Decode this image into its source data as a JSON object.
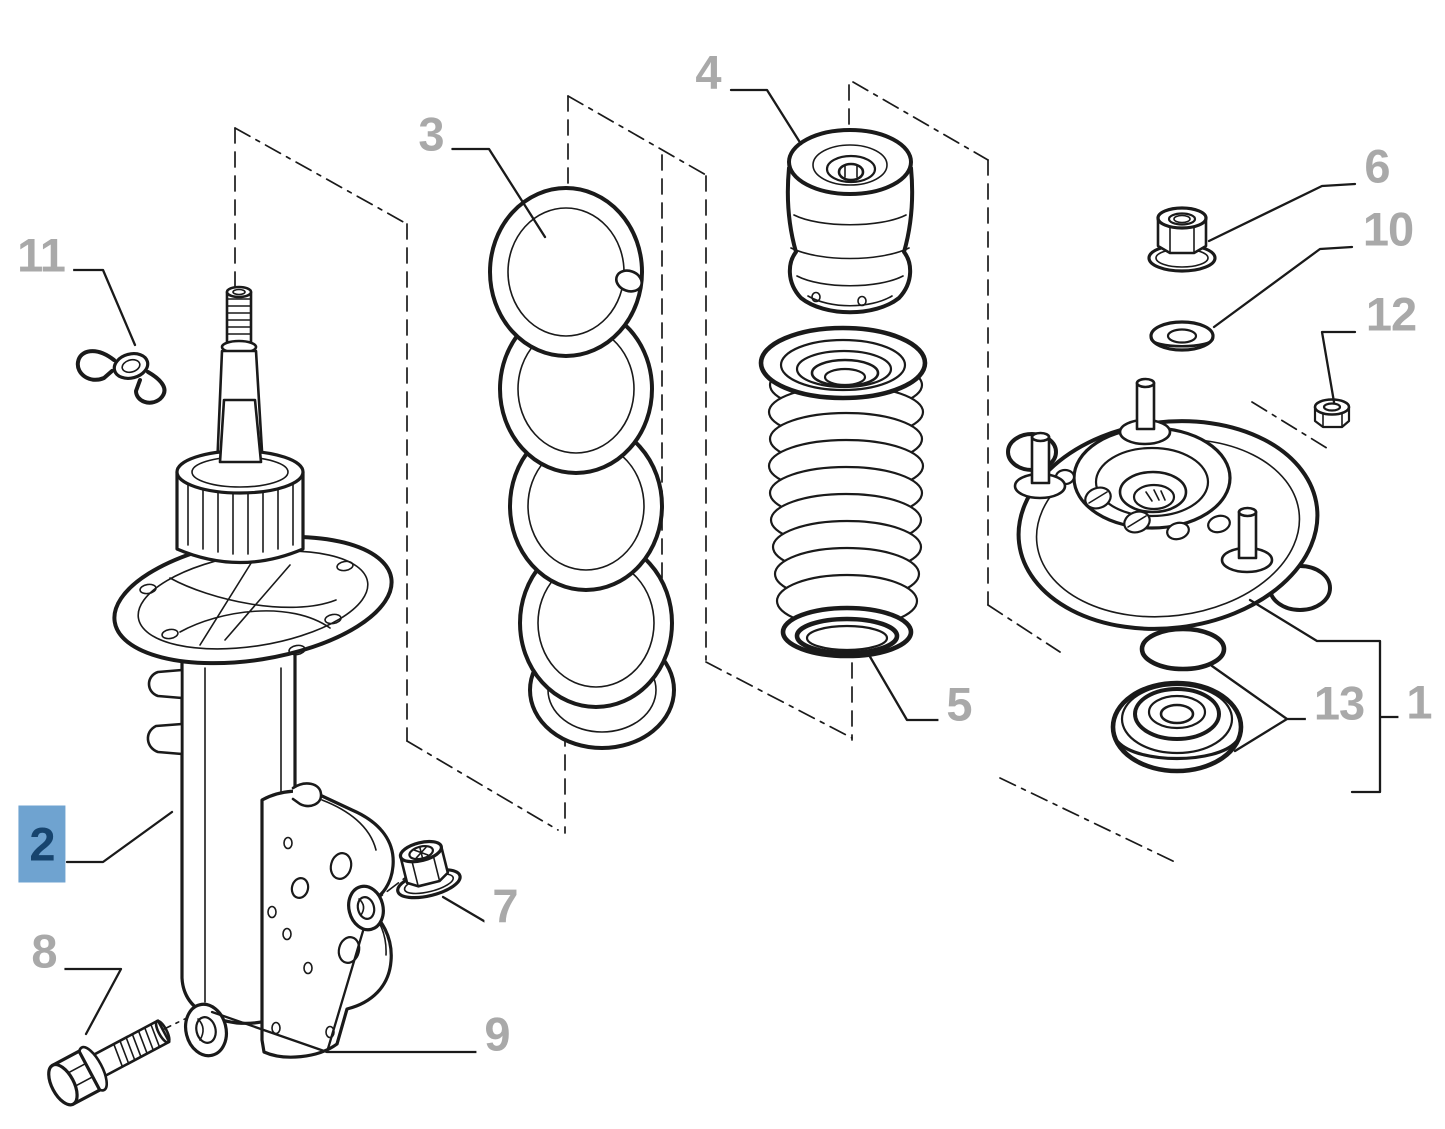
{
  "diagram": {
    "background_color": "#ffffff",
    "line_color": "#1a1a1a",
    "callout_color": "#a9a9a9",
    "highlight_box_color": "#6fa3d0",
    "highlight_text_color": "#17446e",
    "selected_callout": "2",
    "callouts": [
      {
        "label": "1",
        "highlighted": false
      },
      {
        "label": "2",
        "highlighted": true
      },
      {
        "label": "3",
        "highlighted": false
      },
      {
        "label": "4",
        "highlighted": false
      },
      {
        "label": "5",
        "highlighted": false
      },
      {
        "label": "6",
        "highlighted": false
      },
      {
        "label": "7",
        "highlighted": false
      },
      {
        "label": "8",
        "highlighted": false
      },
      {
        "label": "9",
        "highlighted": false
      },
      {
        "label": "10",
        "highlighted": false
      },
      {
        "label": "11",
        "highlighted": false
      },
      {
        "label": "12",
        "highlighted": false
      },
      {
        "label": "13",
        "highlighted": false
      }
    ]
  }
}
